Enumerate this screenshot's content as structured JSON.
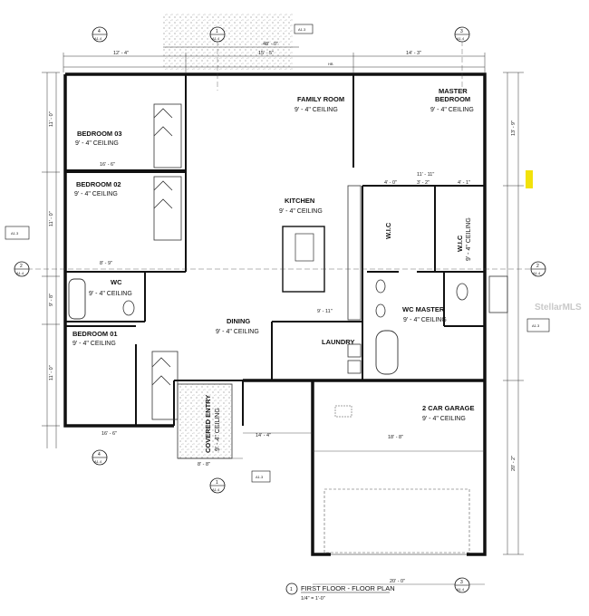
{
  "rooms": {
    "family_room": {
      "name": "FAMILY ROOM",
      "ceiling": "9' - 4\" CEILING"
    },
    "master_bedroom": {
      "name_line1": "MASTER",
      "name_line2": "BEDROOM",
      "ceiling": "9' - 4\" CEILING"
    },
    "bedroom_03": {
      "name": "BEDROOM 03",
      "ceiling": "9' - 4\" CEILING",
      "dim": "16' - 6\""
    },
    "bedroom_02": {
      "name": "BEDROOM 02",
      "ceiling": "9' - 4\" CEILING",
      "dim": "8' - 9\""
    },
    "kitchen": {
      "name": "KITCHEN",
      "ceiling": "9' - 4\" CEILING"
    },
    "wc": {
      "name": "WC",
      "ceiling": "9' - 4\" CEILING"
    },
    "bedroom_01": {
      "name": "BEDROOM 01",
      "ceiling": "9' - 4\" CEILING",
      "dim": "16' - 6\""
    },
    "dining": {
      "name": "DINING",
      "ceiling": "9' - 4\" CEILING"
    },
    "wc_master": {
      "name": "WC MASTER",
      "ceiling": "9' - 4\" CEILING"
    },
    "laundry": {
      "name": "LAUNDRY"
    },
    "wic_left": {
      "name": "W.I.C"
    },
    "wic_right": {
      "name": "W.I.C",
      "ceiling": "9' - 4\" CEILING"
    },
    "garage": {
      "name": "2 CAR GARAGE",
      "ceiling": "9' - 4\" CEILING",
      "dim": "18' - 8\"",
      "dim_bottom": "20' - 0\""
    },
    "covered_entry": {
      "name": "COVERED ENTRY",
      "ceiling": "9' - 4\" CEILING",
      "dim": "8' - 8\""
    }
  },
  "dimensions": {
    "top_a": "12' - 4\"",
    "top_b": "15' - 5\"",
    "top_c": "14' - 3\"",
    "top_d": "48' - 0\"",
    "kitchen_w": "9' - 11\"",
    "mid_a": "11' - 11\"",
    "mid_b": "4' - 0\"",
    "mid_c": "3' - 2\"",
    "mid_d": "4' - 1\"",
    "entry_w": "14' - 4\"",
    "left_a": "11' - 0\"",
    "left_b": "11' - 0\"",
    "left_c": "9' - 8\"",
    "left_d": "11' - 0\"",
    "right_a": "13' - 9\"",
    "right_b": "20' - 2\""
  },
  "tags": {
    "a14": "A1.4",
    "a13": "A1.3",
    "n1": "1",
    "n2": "2",
    "n3": "3",
    "n4": "4",
    "hb": "HB"
  },
  "title": {
    "number": "1",
    "text": "FIRST FLOOR - FLOOR PLAN",
    "scale": "1/4\" = 1'-0\""
  },
  "watermark": "StellarMLS",
  "colors": {
    "wall": "#111111",
    "marker": "#f2e20a",
    "hatch": "#9a9a9a"
  }
}
